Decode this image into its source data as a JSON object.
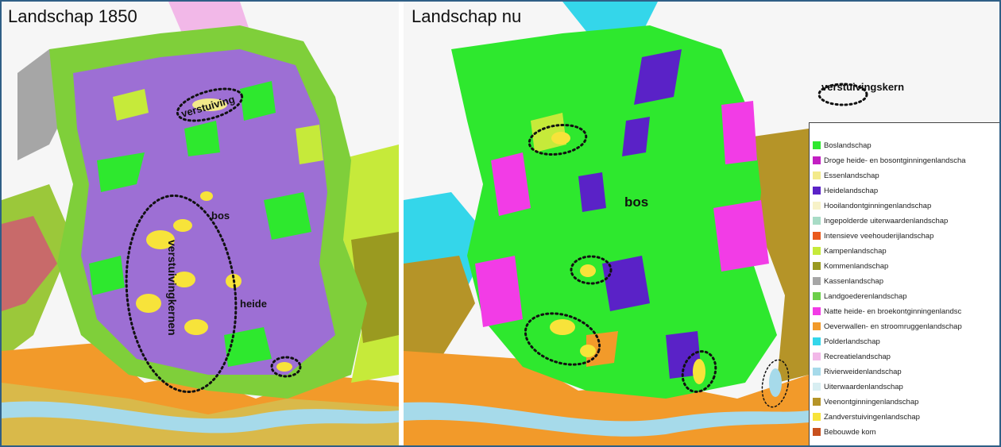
{
  "panels": {
    "left_title": "Landschap 1850",
    "right_title": "Landschap nu"
  },
  "annotations": {
    "verstuiving": "verstuiving",
    "verstuivingskernen": "verstuivingkernen",
    "bos_left": "bos",
    "heide": "heide",
    "bos_right": "bos"
  },
  "key": {
    "label": "verstuivingskern"
  },
  "legend": [
    {
      "label": "Boslandschap",
      "color": "#2ee82e"
    },
    {
      "label": "Droge heide- en bosontginningenlandscha",
      "color": "#c21fc2"
    },
    {
      "label": "Essenlandschap",
      "color": "#f3ea8a"
    },
    {
      "label": "Heidelandschap",
      "color": "#5a22c7"
    },
    {
      "label": "Hooilandontginningenlandschap",
      "color": "#f7f2c8"
    },
    {
      "label": "Ingepolderde uiterwaardenlandschap",
      "color": "#a8dcc6"
    },
    {
      "label": "Intensieve veehouderijlandschap",
      "color": "#ea5a1c"
    },
    {
      "label": "Kampenlandschap",
      "color": "#c6ea3a"
    },
    {
      "label": "Kommenlandschap",
      "color": "#9a9a20"
    },
    {
      "label": "Kassenlandschap",
      "color": "#a6a6a6"
    },
    {
      "label": "Landgoederenlandschap",
      "color": "#6ccf4a"
    },
    {
      "label": "Natte heide- en broekontginningenlandsc",
      "color": "#f23ce6"
    },
    {
      "label": "Oeverwallen- en stroomruggenlandschap",
      "color": "#f29a2a"
    },
    {
      "label": "Polderlandschap",
      "color": "#34d6ea"
    },
    {
      "label": "Recreatielandschap",
      "color": "#f2b8e8"
    },
    {
      "label": "Rivierweidenlandschap",
      "color": "#a6daea"
    },
    {
      "label": "Uiterwaardenlandschap",
      "color": "#d8eef2"
    },
    {
      "label": "Veenontginningenlandschap",
      "color": "#b59428"
    },
    {
      "label": "Zandverstuivingenlandschap",
      "color": "#f7e33a"
    },
    {
      "label": "Bebouwde kom",
      "color": "#c8501e"
    }
  ]
}
